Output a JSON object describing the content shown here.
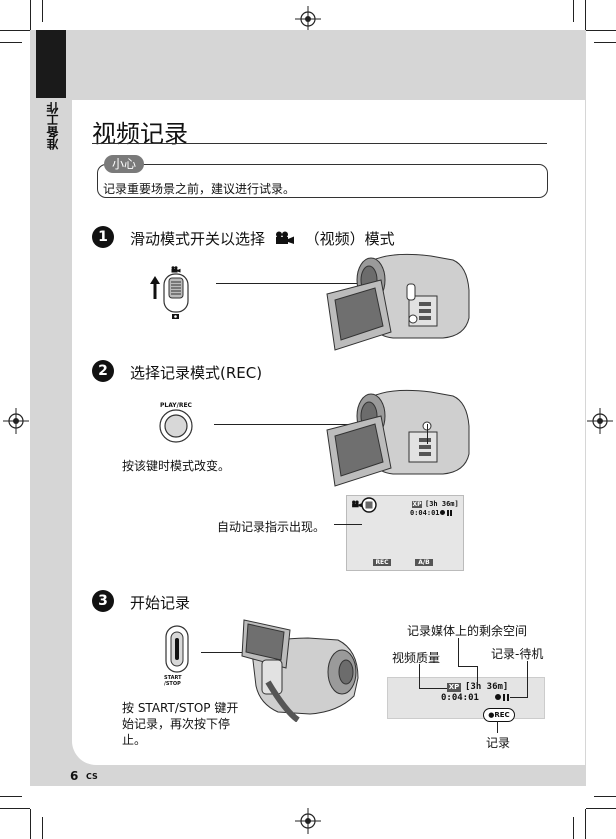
{
  "side_label": "准备工作",
  "title": "视频记录",
  "caution": {
    "tag": "小心",
    "text": "记录重要场景之前，建议进行试录。"
  },
  "steps": [
    {
      "number": "1",
      "label_before": "滑动模式开关以选择",
      "label_after": "（视频）模式"
    },
    {
      "number": "2",
      "label": "选择记录模式(REC)"
    },
    {
      "number": "3",
      "label": "开始记录"
    }
  ],
  "step2": {
    "button_label": "PLAY/REC",
    "note": "按该键时模式改变。",
    "indicator_note": "自动记录指示出现。",
    "lcd": {
      "quality": "XP",
      "remaining": "[3h 36m]",
      "timecode": "0:04:01",
      "chip_rec": "REC",
      "chip_right": "A/B"
    }
  },
  "step3": {
    "button_label_line1": "START",
    "button_label_line2": "/STOP",
    "note_lines": [
      "按 START/STOP 键开",
      "始记录，再次按下停",
      "止。"
    ],
    "callouts": {
      "media_remaining": "记录媒体上的剩余空间",
      "quality": "视频质量",
      "rec_standby": "记录-待机",
      "rec": "记录"
    },
    "lcd": {
      "quality": "XP",
      "remaining": "[3h 36m]",
      "timecode": "0:04:01",
      "rec_badge": "●REC"
    }
  },
  "footer": {
    "page_number": "6",
    "lang": "CS"
  },
  "icons": [
    "registration-mark",
    "video-mode-icon",
    "camcorder-illustration",
    "mode-switch",
    "play-rec-button",
    "start-stop-button"
  ]
}
